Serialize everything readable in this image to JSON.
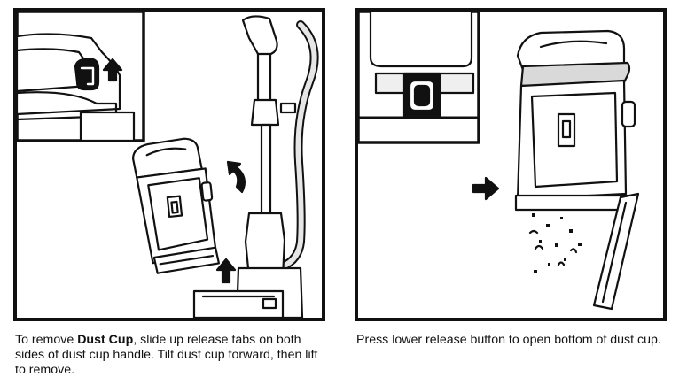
{
  "step_left": {
    "caption_before": "To remove ",
    "caption_bold": "Dust Cup",
    "caption_after": ", slide up release tabs on both sides of dust cup handle. Tilt dust cup forward, then lift to remove."
  },
  "step_right": {
    "caption": "Press lower release button to open bottom of dust cup."
  },
  "colors": {
    "ink": "#111111",
    "shade": "#d9d9d9",
    "light": "#efefef"
  }
}
